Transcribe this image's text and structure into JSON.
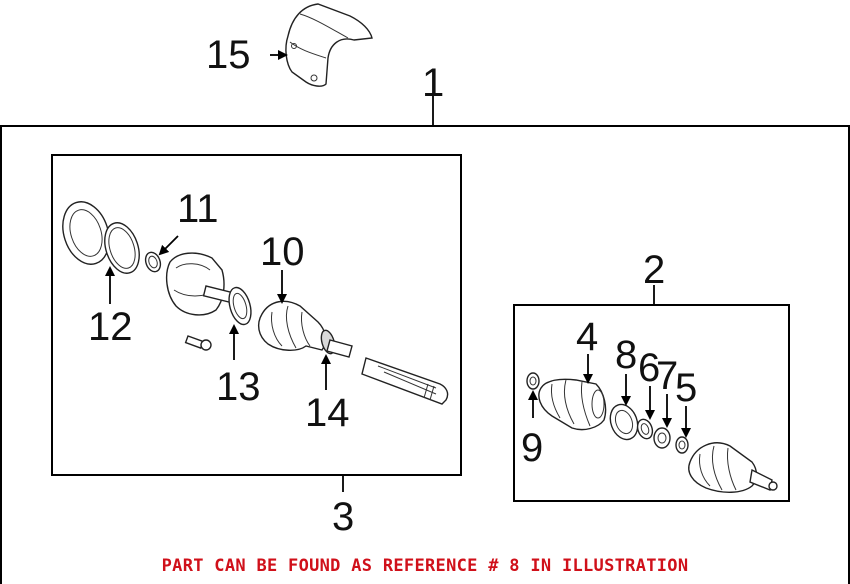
{
  "diagram": {
    "callouts": {
      "c1": "1",
      "c2": "2",
      "c3": "3",
      "c4": "4",
      "c5": "5",
      "c6": "6",
      "c7": "7",
      "c8": "8",
      "c9": "9",
      "c10": "10",
      "c11": "11",
      "c12": "12",
      "c13": "13",
      "c14": "14",
      "c15": "15"
    }
  },
  "footnote": {
    "text": "PART CAN BE FOUND AS REFERENCE # 8 IN ILLUSTRATION",
    "color": "#d0101a"
  }
}
